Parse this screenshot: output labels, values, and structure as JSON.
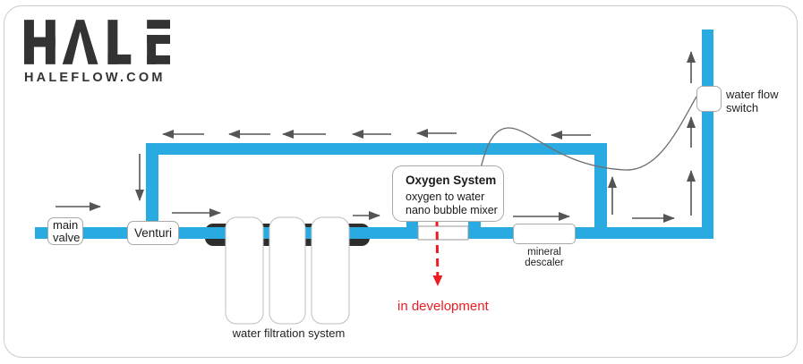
{
  "brand": {
    "logo_text": "HALE",
    "website": "HALEFLOW.COM"
  },
  "labels": {
    "main_valve_line1": "main",
    "main_valve_line2": "valve",
    "venturi": "Venturi",
    "water_filtration": "water filtration system",
    "mineral_descaler": "mineral descaler",
    "water_flow_switch_line1": "water flow",
    "water_flow_switch_line2": "switch"
  },
  "oxygen_system": {
    "title": "Oxygen System",
    "description_line1": "oxygen to water",
    "description_line2": "nano bubble mixer",
    "status": "in development"
  },
  "colors": {
    "pipe_blue": "#29ABE2",
    "manifold_black": "#2E2E2E",
    "arrow_gray": "#555555",
    "wire_gray": "#6D6E71",
    "status_red": "#ED1C24",
    "logo_dark": "#333333",
    "border_gray": "#CBCBCB"
  }
}
